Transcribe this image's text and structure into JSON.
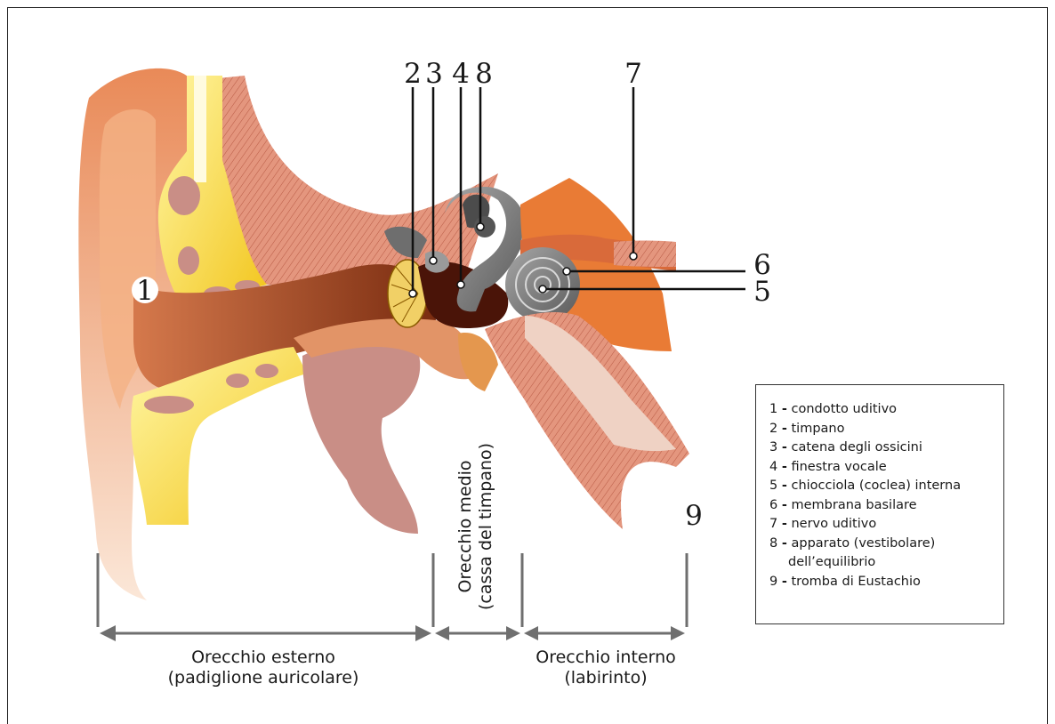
{
  "markers": [
    "1",
    "2",
    "3",
    "4",
    "8",
    "7",
    "6",
    "5",
    "9"
  ],
  "regions": {
    "outer": [
      "Orecchio esterno",
      "(padiglione auricolare)"
    ],
    "middle": [
      "Orecchio medio",
      "(cassa del timpano)"
    ],
    "inner": [
      "Orecchio interno",
      "(labirinto)"
    ]
  },
  "legend": [
    {
      "n": "1",
      "text": "condotto uditivo"
    },
    {
      "n": "2",
      "text": "timpano"
    },
    {
      "n": "3",
      "text": "catena degli ossicini"
    },
    {
      "n": "4",
      "text": "finestra vocale"
    },
    {
      "n": "5",
      "text": "chiocciola (coclea) interna"
    },
    {
      "n": "6",
      "text": "membrana basilare"
    },
    {
      "n": "7",
      "text": "nervo uditivo"
    },
    {
      "n": "8",
      "text": "apparato (vestibolare)",
      "cont": "dell’equilibrio"
    },
    {
      "n": "9",
      "text": "tromba di Eustachio"
    }
  ],
  "colors": {
    "skin": "#f0a070",
    "cartilage": "#f6e24a",
    "canal": "#b0552a",
    "bone": "#7a7a7a",
    "muscle": "#d9735a",
    "pink": "#c98e86"
  }
}
